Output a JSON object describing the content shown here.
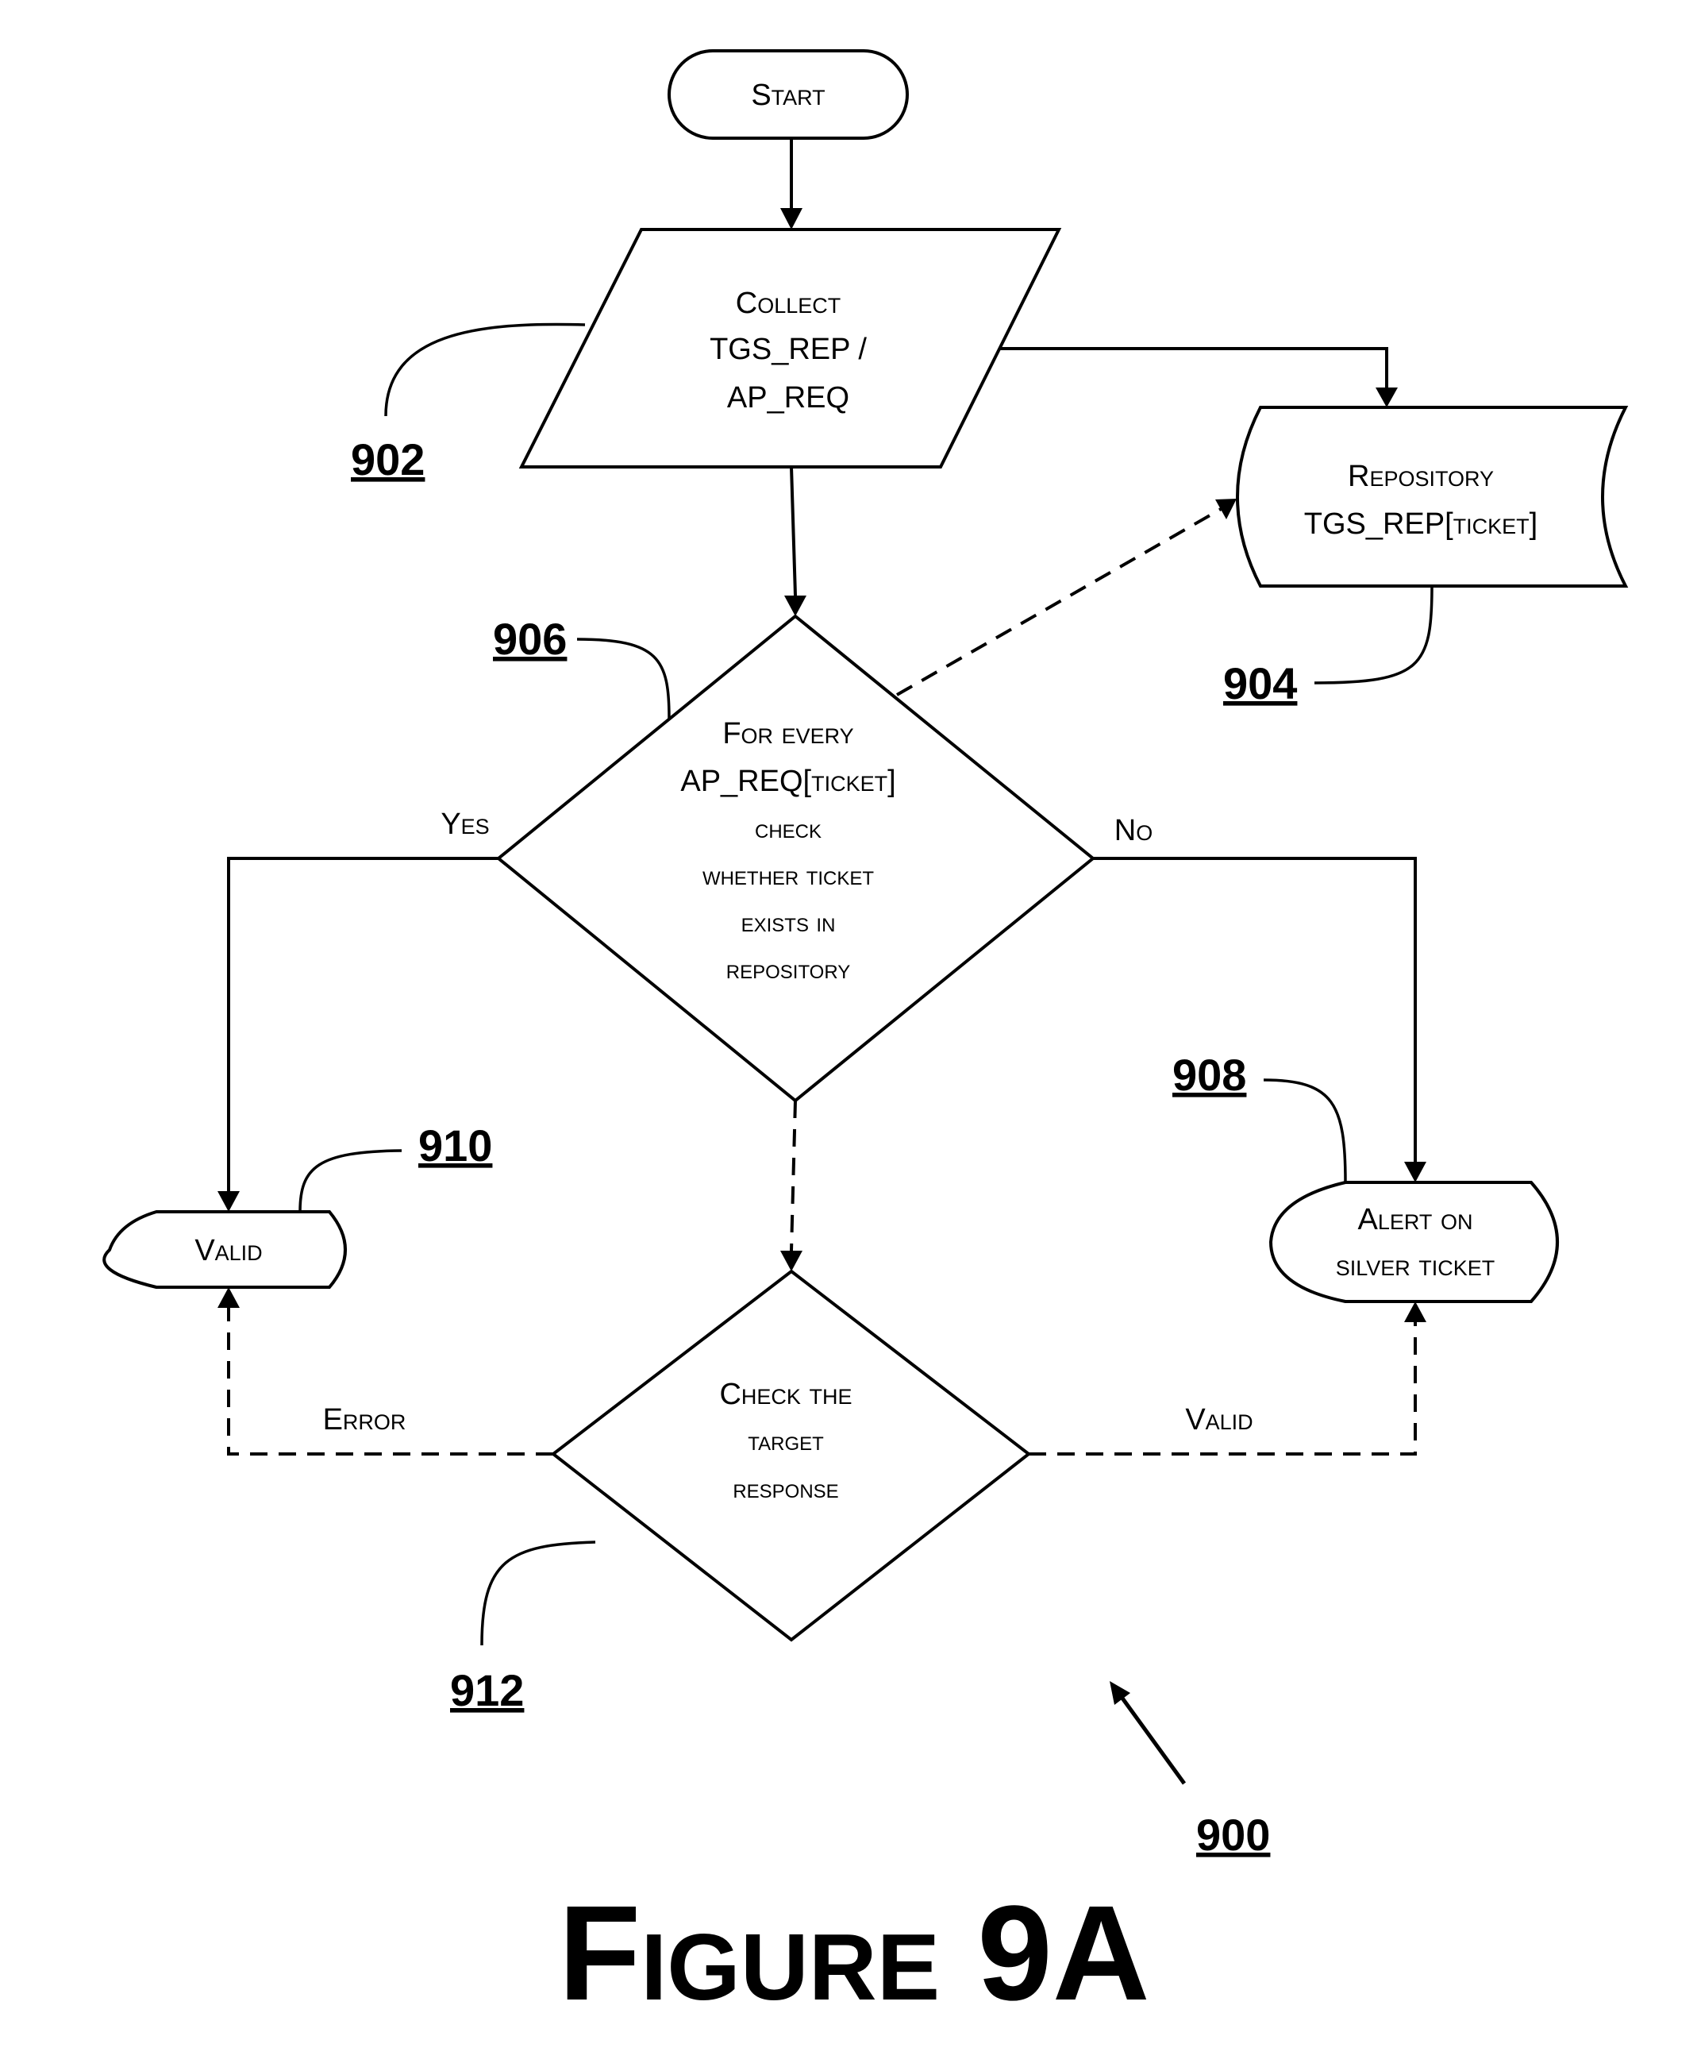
{
  "diagram": {
    "figure_label": "Figure 9A",
    "figure_ref": "900",
    "nodes": {
      "start": {
        "ref": "",
        "lines": [
          "Start"
        ]
      },
      "collect": {
        "ref": "902",
        "lines": [
          "Collect",
          "TGS_REP /",
          "AP_REQ"
        ]
      },
      "repository": {
        "ref": "904",
        "lines": [
          "Repository",
          "TGS_REP[ticket]"
        ]
      },
      "check_ticket": {
        "ref": "906",
        "lines": [
          "For every",
          "AP_REQ[ticket]",
          "check",
          "whether ticket",
          "exists in",
          "repository"
        ]
      },
      "alert": {
        "ref": "908",
        "lines": [
          "Alert on",
          "silver ticket"
        ]
      },
      "valid": {
        "ref": "910",
        "lines": [
          "Valid"
        ]
      },
      "check_target": {
        "ref": "912",
        "lines": [
          "Check the",
          "target",
          "response"
        ]
      }
    },
    "edges": {
      "yes_label": "Yes",
      "no_label": "No",
      "error_label": "Error",
      "valid_label": "Valid"
    }
  }
}
